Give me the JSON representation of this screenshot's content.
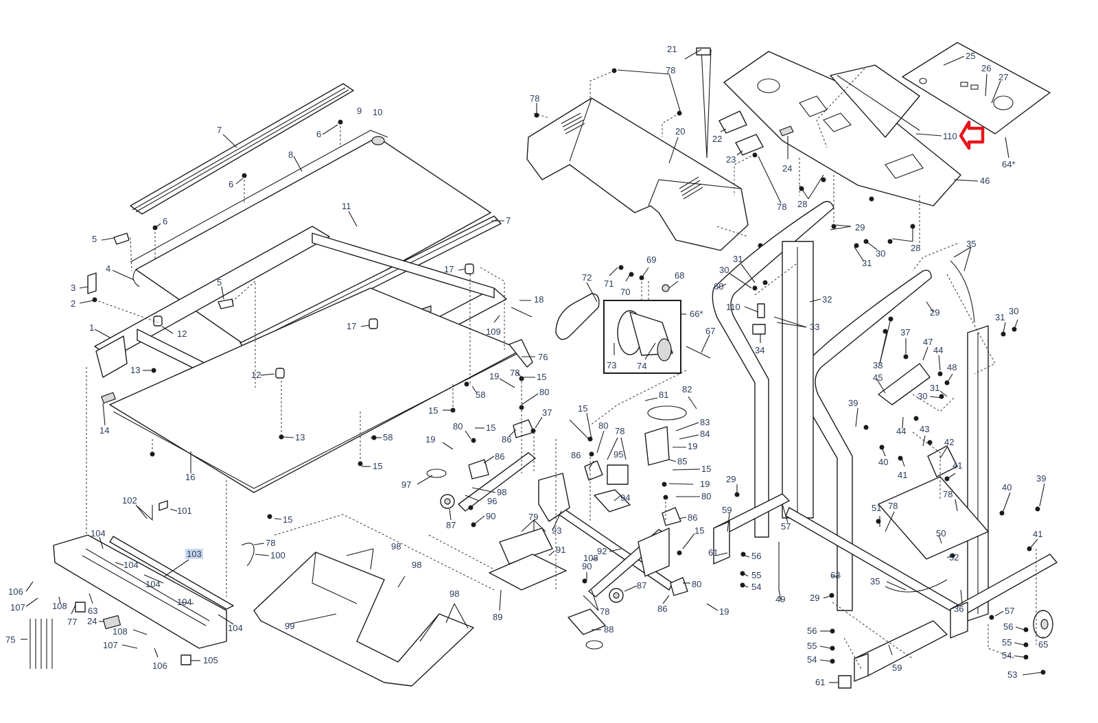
{
  "diagram": {
    "title": "Treadmill exploded parts diagram",
    "highlight": {
      "part": "103",
      "color": "#c9d8ee"
    },
    "pointer_arrow": {
      "target_part": "110",
      "color": "#e8141c"
    },
    "labels": [
      {
        "id": "7a",
        "text": "7"
      },
      {
        "id": "9",
        "text": "9"
      },
      {
        "id": "10",
        "text": "10"
      },
      {
        "id": "6a",
        "text": "6"
      },
      {
        "id": "8",
        "text": "8"
      },
      {
        "id": "6b",
        "text": "6"
      },
      {
        "id": "11",
        "text": "11"
      },
      {
        "id": "5a",
        "text": "5"
      },
      {
        "id": "6c",
        "text": "6"
      },
      {
        "id": "7b",
        "text": "7"
      },
      {
        "id": "4",
        "text": "4"
      },
      {
        "id": "3",
        "text": "3"
      },
      {
        "id": "2",
        "text": "2"
      },
      {
        "id": "5b",
        "text": "5"
      },
      {
        "id": "17a",
        "text": "17"
      },
      {
        "id": "18",
        "text": "18"
      },
      {
        "id": "1",
        "text": "1"
      },
      {
        "id": "12a",
        "text": "12"
      },
      {
        "id": "17b",
        "text": "17"
      },
      {
        "id": "109",
        "text": "109"
      },
      {
        "id": "76",
        "text": "76"
      },
      {
        "id": "13a",
        "text": "13"
      },
      {
        "id": "12b",
        "text": "12"
      },
      {
        "id": "78a",
        "text": "78"
      },
      {
        "id": "19a",
        "text": "19"
      },
      {
        "id": "15a",
        "text": "15"
      },
      {
        "id": "58a",
        "text": "58"
      },
      {
        "id": "80a",
        "text": "80"
      },
      {
        "id": "14",
        "text": "14"
      },
      {
        "id": "15b",
        "text": "15"
      },
      {
        "id": "37a",
        "text": "37"
      },
      {
        "id": "80b",
        "text": "80"
      },
      {
        "id": "15c",
        "text": "15"
      },
      {
        "id": "86a",
        "text": "86"
      },
      {
        "id": "13b",
        "text": "13"
      },
      {
        "id": "58b",
        "text": "58"
      },
      {
        "id": "19b",
        "text": "19"
      },
      {
        "id": "15d",
        "text": "15"
      },
      {
        "id": "16",
        "text": "16"
      },
      {
        "id": "86b",
        "text": "86"
      },
      {
        "id": "97",
        "text": "97"
      },
      {
        "id": "98a",
        "text": "98"
      },
      {
        "id": "96",
        "text": "96"
      },
      {
        "id": "102",
        "text": "102"
      },
      {
        "id": "101",
        "text": "101"
      },
      {
        "id": "87a",
        "text": "87"
      },
      {
        "id": "90a",
        "text": "90"
      },
      {
        "id": "15e",
        "text": "15"
      },
      {
        "id": "78b",
        "text": "78"
      },
      {
        "id": "100",
        "text": "100"
      },
      {
        "id": "104a",
        "text": "104"
      },
      {
        "id": "103",
        "text": "103"
      },
      {
        "id": "104b",
        "text": "104"
      },
      {
        "id": "104c",
        "text": "104"
      },
      {
        "id": "106a",
        "text": "106"
      },
      {
        "id": "107a",
        "text": "107"
      },
      {
        "id": "108a",
        "text": "108"
      },
      {
        "id": "63",
        "text": "63"
      },
      {
        "id": "104d",
        "text": "104"
      },
      {
        "id": "104e",
        "text": "104"
      },
      {
        "id": "77",
        "text": "77"
      },
      {
        "id": "24a",
        "text": "24"
      },
      {
        "id": "75",
        "text": "75"
      },
      {
        "id": "108b",
        "text": "108"
      },
      {
        "id": "107b",
        "text": "107"
      },
      {
        "id": "106b",
        "text": "106"
      },
      {
        "id": "105",
        "text": "105"
      },
      {
        "id": "98b",
        "text": "98"
      },
      {
        "id": "98c",
        "text": "98"
      },
      {
        "id": "99",
        "text": "99"
      },
      {
        "id": "98d",
        "text": "98"
      },
      {
        "id": "21",
        "text": "21"
      },
      {
        "id": "78c",
        "text": "78"
      },
      {
        "id": "78d",
        "text": "78"
      },
      {
        "id": "20",
        "text": "20"
      },
      {
        "id": "22",
        "text": "22"
      },
      {
        "id": "23",
        "text": "23"
      },
      {
        "id": "24b",
        "text": "24"
      },
      {
        "id": "78e",
        "text": "78"
      },
      {
        "id": "72",
        "text": "72"
      },
      {
        "id": "71",
        "text": "71"
      },
      {
        "id": "70",
        "text": "70"
      },
      {
        "id": "69",
        "text": "69"
      },
      {
        "id": "68",
        "text": "68"
      },
      {
        "id": "66",
        "text": "66*"
      },
      {
        "id": "73",
        "text": "73"
      },
      {
        "id": "74",
        "text": "74"
      },
      {
        "id": "67",
        "text": "67"
      },
      {
        "id": "81",
        "text": "81"
      },
      {
        "id": "82",
        "text": "82"
      },
      {
        "id": "83",
        "text": "83"
      },
      {
        "id": "84",
        "text": "84"
      },
      {
        "id": "19c",
        "text": "19"
      },
      {
        "id": "15f",
        "text": "15"
      },
      {
        "id": "80c",
        "text": "80"
      },
      {
        "id": "78f",
        "text": "78"
      },
      {
        "id": "95",
        "text": "95"
      },
      {
        "id": "86c",
        "text": "86"
      },
      {
        "id": "85",
        "text": "85"
      },
      {
        "id": "15g",
        "text": "15"
      },
      {
        "id": "19d",
        "text": "19"
      },
      {
        "id": "80d",
        "text": "80"
      },
      {
        "id": "94",
        "text": "94"
      },
      {
        "id": "86d",
        "text": "86"
      },
      {
        "id": "93",
        "text": "93"
      },
      {
        "id": "79",
        "text": "79"
      },
      {
        "id": "91",
        "text": "91"
      },
      {
        "id": "92",
        "text": "92"
      },
      {
        "id": "108c",
        "text": "108"
      },
      {
        "id": "90b",
        "text": "90"
      },
      {
        "id": "15h",
        "text": "15"
      },
      {
        "id": "87b",
        "text": "87"
      },
      {
        "id": "80e",
        "text": "80"
      },
      {
        "id": "86e",
        "text": "86"
      },
      {
        "id": "19e",
        "text": "19"
      },
      {
        "id": "78g",
        "text": "78"
      },
      {
        "id": "88",
        "text": "88"
      },
      {
        "id": "89",
        "text": "89"
      },
      {
        "id": "25",
        "text": "25"
      },
      {
        "id": "26",
        "text": "26"
      },
      {
        "id": "27",
        "text": "27"
      },
      {
        "id": "110a",
        "text": "110"
      },
      {
        "id": "64",
        "text": "64*"
      },
      {
        "id": "46",
        "text": "46"
      },
      {
        "id": "28a",
        "text": "28"
      },
      {
        "id": "29a",
        "text": "29"
      },
      {
        "id": "28b",
        "text": "28"
      },
      {
        "id": "31a",
        "text": "31"
      },
      {
        "id": "30a",
        "text": "30"
      },
      {
        "id": "35a",
        "text": "35"
      },
      {
        "id": "31b",
        "text": "31"
      },
      {
        "id": "30b",
        "text": "30"
      },
      {
        "id": "60",
        "text": "60"
      },
      {
        "id": "32",
        "text": "32"
      },
      {
        "id": "110b",
        "text": "110"
      },
      {
        "id": "33",
        "text": "33"
      },
      {
        "id": "29b",
        "text": "29"
      },
      {
        "id": "34",
        "text": "34"
      },
      {
        "id": "31c",
        "text": "31"
      },
      {
        "id": "30c",
        "text": "30"
      },
      {
        "id": "37b",
        "text": "37"
      },
      {
        "id": "47",
        "text": "47"
      },
      {
        "id": "44a",
        "text": "44"
      },
      {
        "id": "48",
        "text": "48"
      },
      {
        "id": "38",
        "text": "38"
      },
      {
        "id": "45",
        "text": "45"
      },
      {
        "id": "30d",
        "text": "30"
      },
      {
        "id": "31d",
        "text": "31"
      },
      {
        "id": "39a",
        "text": "39"
      },
      {
        "id": "44b",
        "text": "44"
      },
      {
        "id": "43",
        "text": "43"
      },
      {
        "id": "42",
        "text": "42"
      },
      {
        "id": "40a",
        "text": "40"
      },
      {
        "id": "41a",
        "text": "41"
      },
      {
        "id": "41b",
        "text": "41"
      },
      {
        "id": "29c",
        "text": "29"
      },
      {
        "id": "59a",
        "text": "59"
      },
      {
        "id": "57a",
        "text": "57"
      },
      {
        "id": "51",
        "text": "51"
      },
      {
        "id": "78h",
        "text": "78"
      },
      {
        "id": "78i",
        "text": "78"
      },
      {
        "id": "40b",
        "text": "40"
      },
      {
        "id": "39b",
        "text": "39"
      },
      {
        "id": "41c",
        "text": "41"
      },
      {
        "id": "61a",
        "text": "61"
      },
      {
        "id": "56a",
        "text": "56"
      },
      {
        "id": "55a",
        "text": "55"
      },
      {
        "id": "54a",
        "text": "54"
      },
      {
        "id": "49",
        "text": "49"
      },
      {
        "id": "62",
        "text": "62"
      },
      {
        "id": "29d",
        "text": "29"
      },
      {
        "id": "50",
        "text": "50"
      },
      {
        "id": "52",
        "text": "52"
      },
      {
        "id": "35b",
        "text": "35"
      },
      {
        "id": "36",
        "text": "36"
      },
      {
        "id": "57b",
        "text": "57"
      },
      {
        "id": "56b",
        "text": "56"
      },
      {
        "id": "65",
        "text": "65"
      },
      {
        "id": "55b",
        "text": "55"
      },
      {
        "id": "54b",
        "text": "54"
      },
      {
        "id": "53",
        "text": "53"
      },
      {
        "id": "56c",
        "text": "56"
      },
      {
        "id": "55c",
        "text": "55"
      },
      {
        "id": "54c",
        "text": "54"
      },
      {
        "id": "59b",
        "text": "59"
      },
      {
        "id": "61b",
        "text": "61"
      }
    ]
  }
}
